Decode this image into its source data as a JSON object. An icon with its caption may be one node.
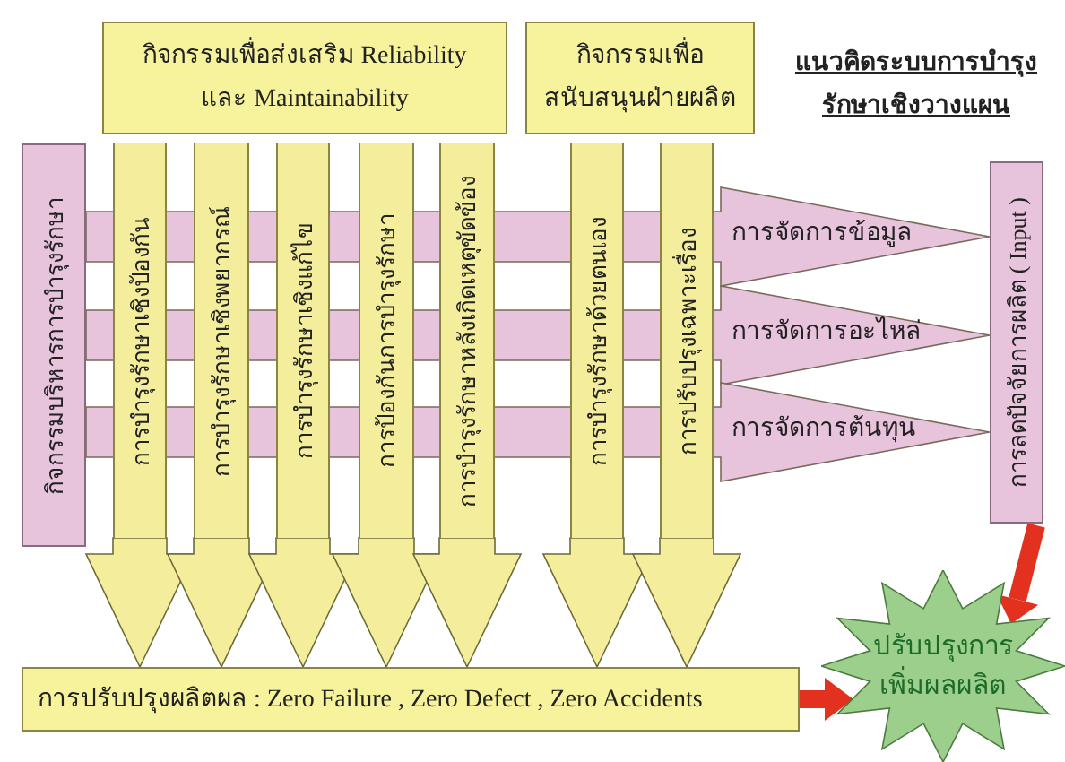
{
  "diagram": {
    "title": "แนวคิดระบบการบำรุงรักษาเชิงวางแผน",
    "nodes": [
      {
        "text": [
          "กิจกรรมเพื่อส่งเสริม Reliability และ Maintainability"
        ]
      },
      {
        "text": [
          "กิจกรรมเพื่อสนับสนุนฝ่ายผลิต"
        ]
      },
      {
        "text": [
          "กิจกรรมบริหารการบำรุงรักษา"
        ]
      },
      {
        "text": [
          "การบำรุงรักษาเชิงป้องกัน"
        ]
      },
      {
        "text": [
          "การบำรุงรักษาเชิงพยากรณ์"
        ]
      },
      {
        "text": [
          "การบำรุงรักษาเชิงแก้ไข"
        ]
      },
      {
        "text": [
          "การป้องกันการบำรุงรักษา"
        ]
      },
      {
        "text": [
          "การบำรุงรักษาหลังเกิดเหตุขัดข้อง"
        ]
      },
      {
        "text": [
          "การบำรุงรักษาด้วยตนเอง"
        ]
      },
      {
        "text": [
          "การปรับปรุงเฉพาะเรื่อง"
        ]
      },
      {
        "text": [
          "การลดปัจจัยการผลิต ( Input )"
        ]
      },
      {
        "text": [
          "การปรับปรุงผลิตผล : Zero Failure , Zero Defect , Zero Accidents"
        ]
      },
      {
        "text": [
          "ปรับปรุงการเพิ่มผลผลิต"
        ]
      },
      {
        "text": [
          "การจัดการข้อมูล"
        ]
      },
      {
        "text": [
          "การจัดการอะไหล่"
        ]
      },
      {
        "text": [
          "การจัดการต้นทุน"
        ]
      }
    ],
    "edges": [
      {
        "from": 3,
        "to": 11,
        "arrow": "to"
      },
      {
        "from": 4,
        "to": 11,
        "arrow": "to"
      },
      {
        "from": 5,
        "to": 11,
        "arrow": "to"
      },
      {
        "from": 6,
        "to": 11,
        "arrow": "to"
      },
      {
        "from": 7,
        "to": 11,
        "arrow": "to"
      },
      {
        "from": 8,
        "to": 11,
        "arrow": "to"
      },
      {
        "from": 9,
        "to": 11,
        "arrow": "to"
      },
      {
        "from": 11,
        "to": 12,
        "arrow": "to",
        "color": "#e2321f"
      },
      {
        "from": 10,
        "to": 12,
        "arrow": "to",
        "color": "#e2321f"
      }
    ]
  }
}
